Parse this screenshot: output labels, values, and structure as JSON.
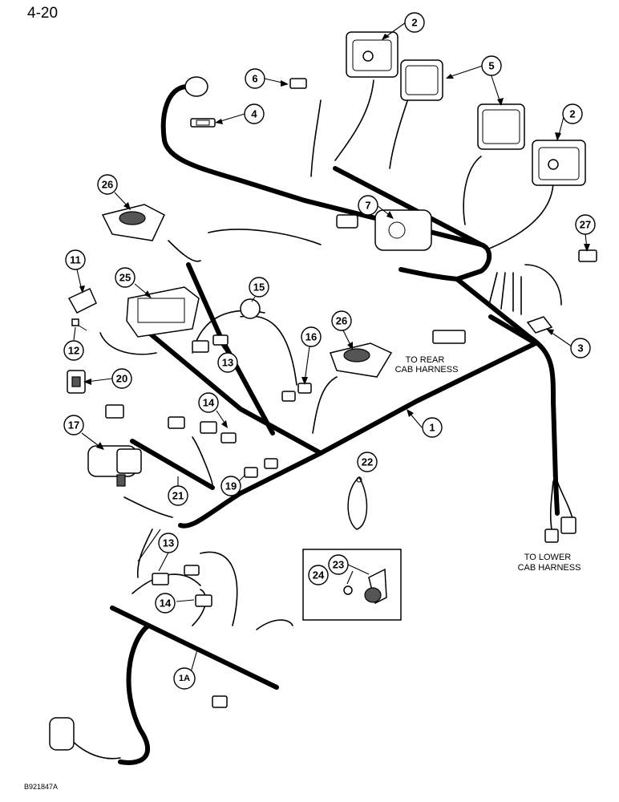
{
  "page": {
    "number": "4-20",
    "figure_code": "B921847A"
  },
  "destinations": {
    "rear_line1": "TO REAR",
    "rear_line2": "CAB HARNESS",
    "lower_line1": "TO LOWER",
    "lower_line2": "CAB HARNESS"
  },
  "callouts": {
    "c1": "1",
    "c1a": "1A",
    "c2a": "2",
    "c2b": "2",
    "c3": "3",
    "c4": "4",
    "c5": "5",
    "c6": "6",
    "c7": "7",
    "c11": "11",
    "c12": "12",
    "c13a": "13",
    "c13b": "13",
    "c14a": "14",
    "c14b": "14",
    "c15": "15",
    "c16": "16",
    "c17": "17",
    "c19": "19",
    "c20": "20",
    "c21": "21",
    "c22": "22",
    "c23": "23",
    "c24": "24",
    "c25": "25",
    "c26a": "26",
    "c26b": "26",
    "c27": "27"
  }
}
